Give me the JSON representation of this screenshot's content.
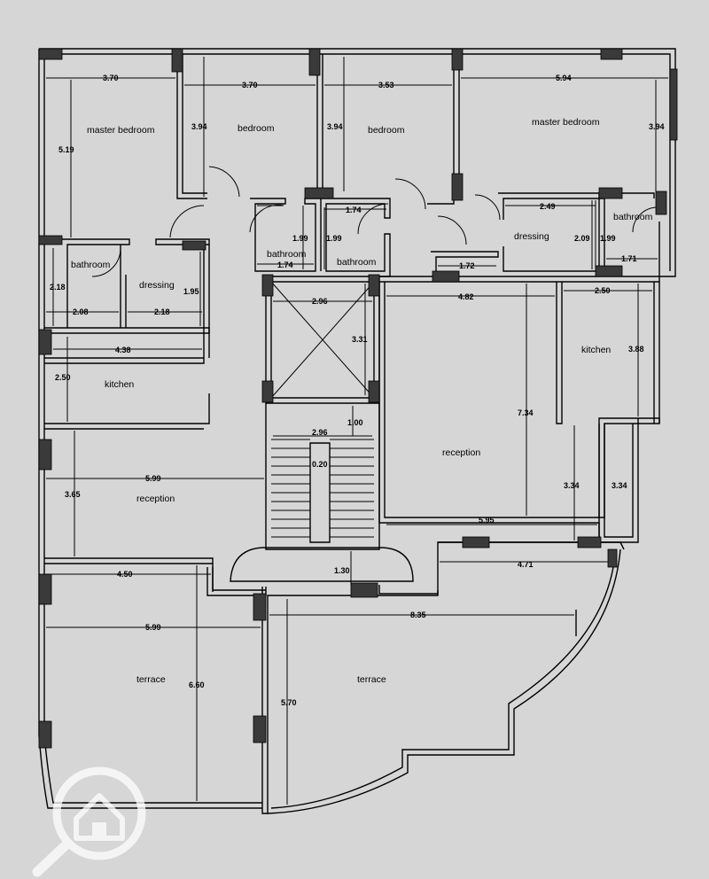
{
  "rooms": {
    "master_bedroom_left": "master bedroom",
    "bedroom_1": "bedroom",
    "bedroom_2": "bedroom",
    "master_bedroom_right": "master bedroom",
    "bathroom_left": "bathroom",
    "dressing_left": "dressing",
    "bathroom_center_1": "bathroom",
    "bathroom_center_2": "bathroom",
    "dressing_right": "dressing",
    "bathroom_right": "bathroom",
    "kitchen_left": "kitchen",
    "kitchen_right": "kitchen",
    "reception_left": "reception",
    "reception_right": "reception",
    "terrace_left": "terrace",
    "terrace_right": "terrace"
  },
  "dimensions": {
    "mb_left_w": "3.70",
    "mb_left_h": "5.19",
    "bed1_w": "3.70",
    "bed1_h": "3.94",
    "bed2_w": "3.53",
    "bed2_h": "3.94",
    "mb_right_w": "5.94",
    "mb_right_h": "3.94",
    "bath_c1_w": "1.74",
    "bath_c1_h": "1.99",
    "bath_c2_w": "1.74",
    "bath_c2_h": "1.99",
    "dress_r_w": "2.49",
    "dress_r_h": "2.09",
    "bath_r_w": "1.71",
    "bath_r_h": "1.99",
    "entry_w": "1.72",
    "bath_l_w": "2.08",
    "bath_l_h": "2.18",
    "dress_l_w": "2.18",
    "dress_l_h": "1.95",
    "kit_l_w": "4.38",
    "kit_l_h": "2.50",
    "elev_w": "2.96",
    "elev_h": "3.31",
    "stair_w": "2.96",
    "stair_land": "1.00",
    "stair_mid": "0.20",
    "lobby_h": "1.30",
    "recep_r_w_top": "4.82",
    "recep_r_h": "7.34",
    "kit_r_w": "2.50",
    "kit_r_h": "3.88",
    "recep_r_w_bot": "5.95",
    "shaft_h1": "3.34",
    "shaft_h2": "3.34",
    "recep_l_w": "5.99",
    "recep_l_h": "3.65",
    "terr_l_top": "4.50",
    "terr_l_w": "5.99",
    "terr_l_h": "6.60",
    "terr_r_w": "8.35",
    "terr_r_h": "5.70",
    "terr_r_top": "4.71"
  }
}
